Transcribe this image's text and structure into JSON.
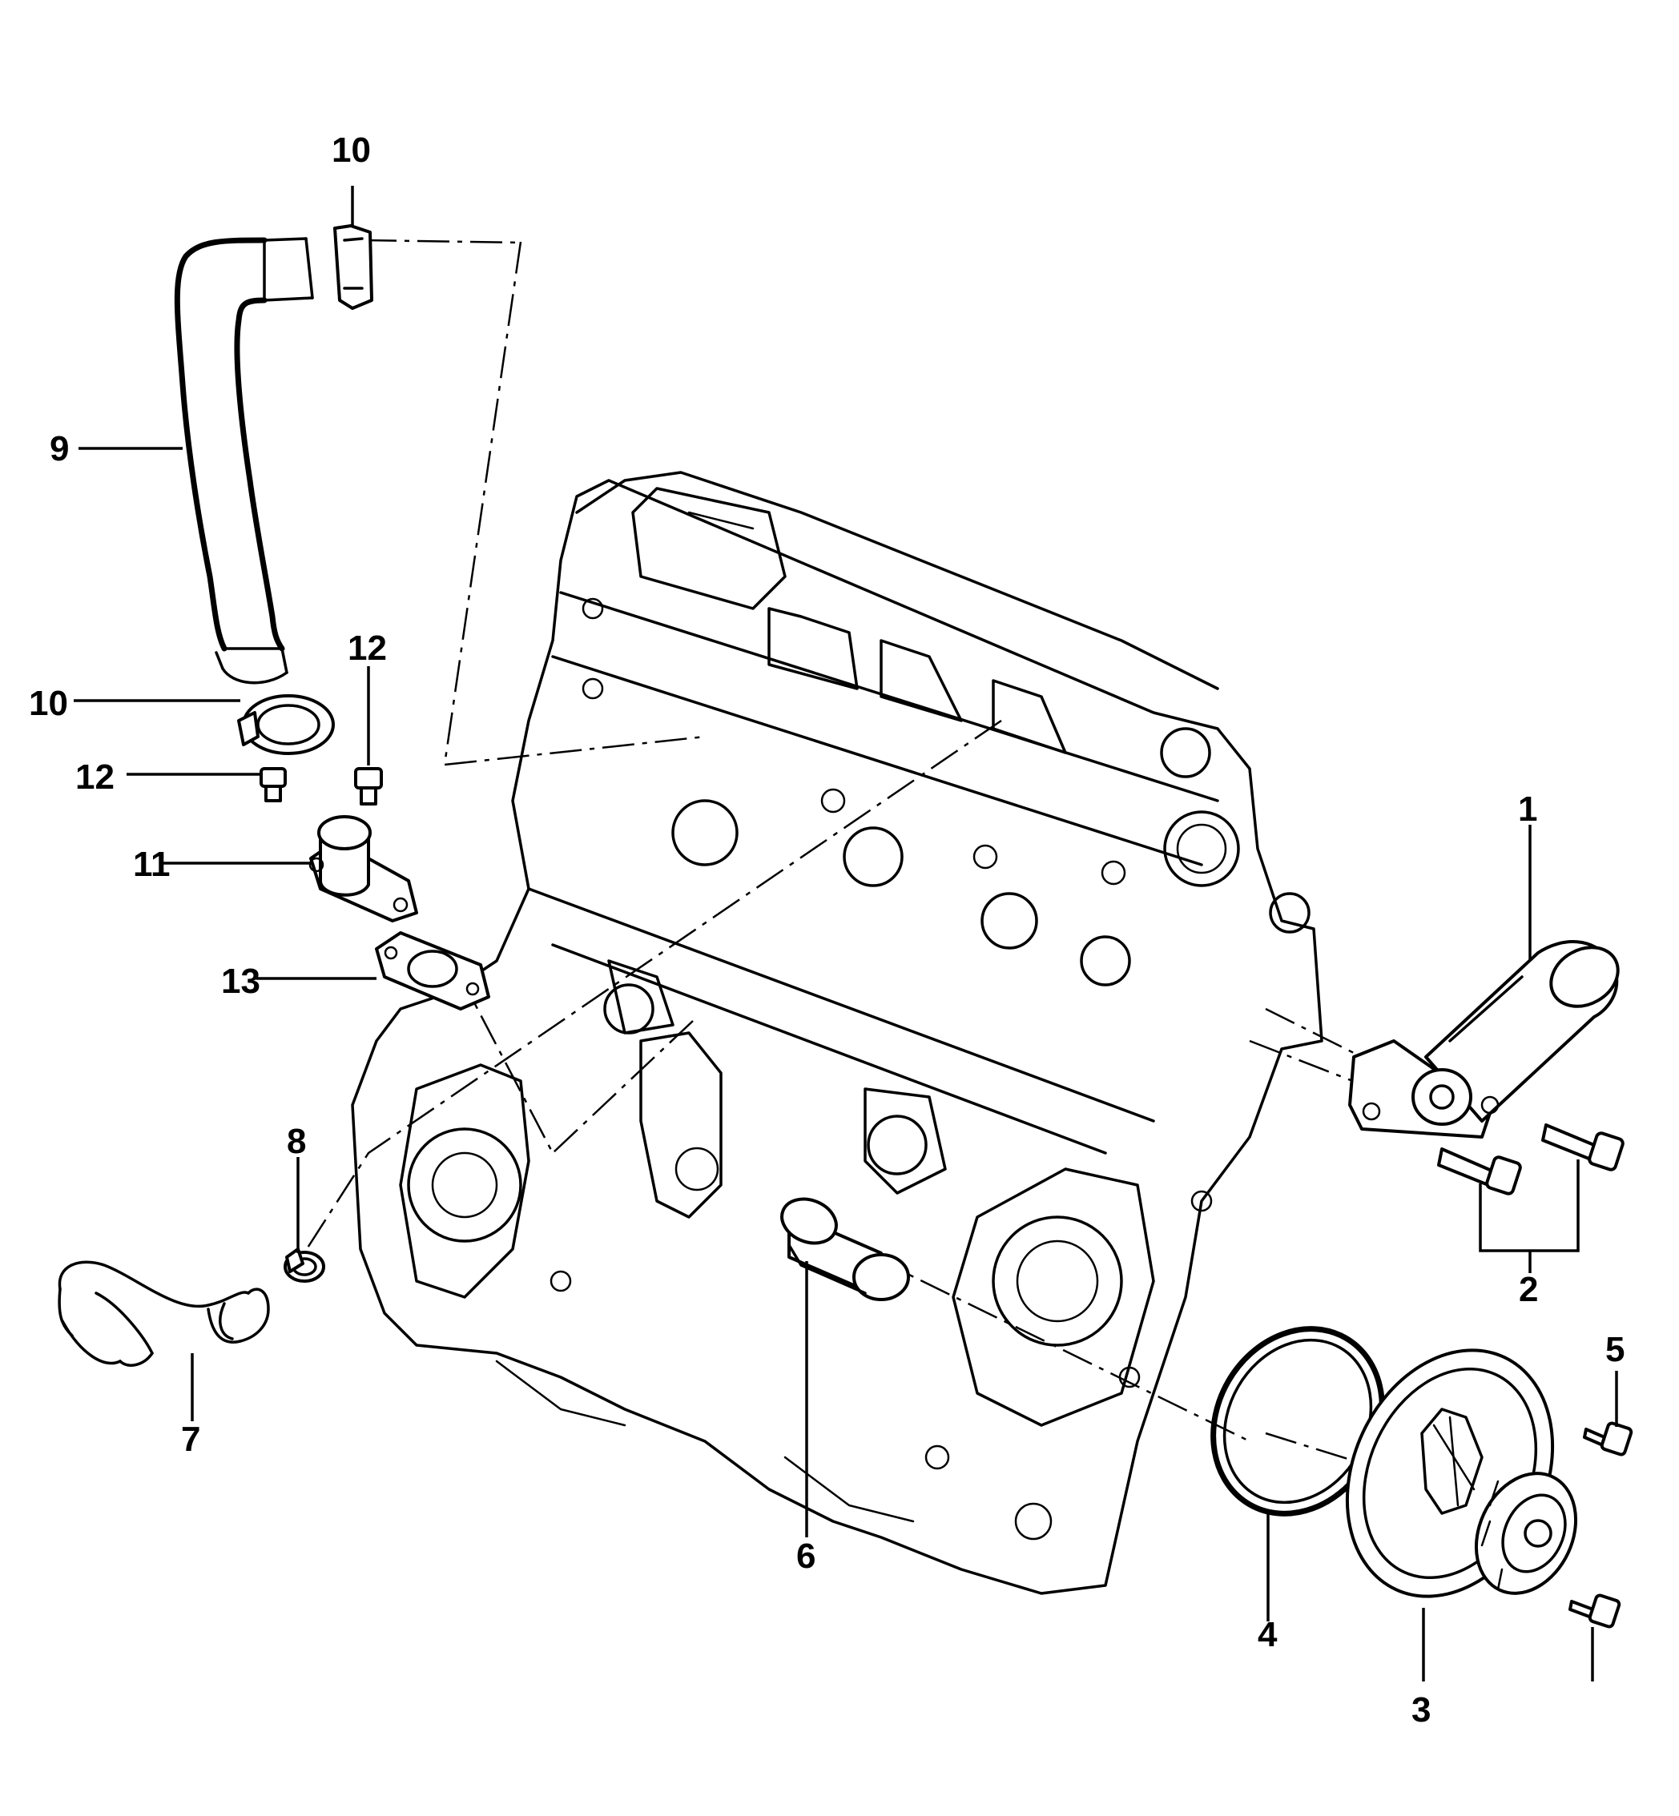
{
  "callouts": {
    "c1": "1",
    "c2": "2",
    "c3": "3",
    "c4": "4",
    "c5": "5",
    "c6": "6",
    "c7": "7",
    "c8": "8",
    "c9": "9",
    "c10a": "10",
    "c10b": "10",
    "c11": "11",
    "c12a": "12",
    "c12b": "12",
    "c13": "13"
  },
  "colors": {
    "ink": "#000000",
    "paper": "#ffffff"
  }
}
